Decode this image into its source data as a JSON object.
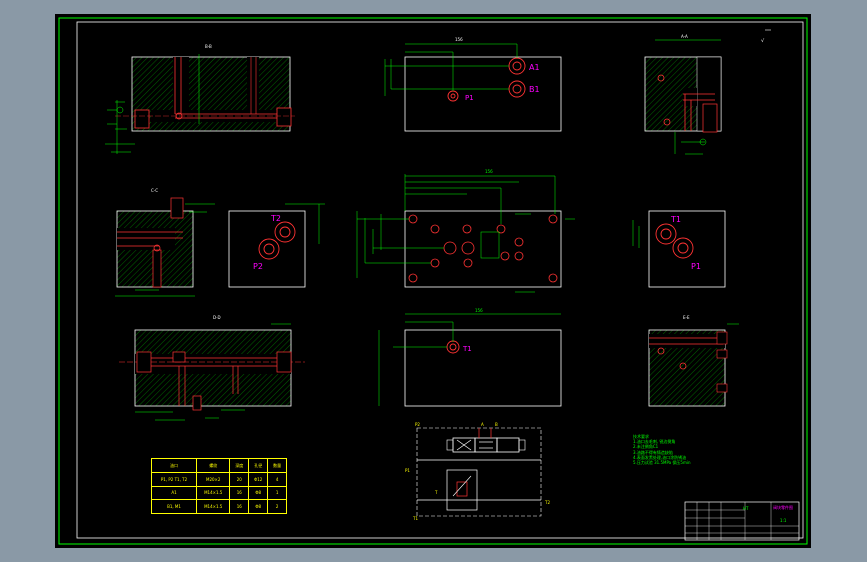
{
  "port_labels": {
    "a1": "A1",
    "b1": "B1",
    "p1_top": "P1",
    "t2": "T2",
    "p2": "P2",
    "t1": "T1",
    "p1_right": "P1",
    "t1_mid": "T1"
  },
  "schematic_labels": {
    "p2": "P2",
    "a": "A",
    "b": "B",
    "p1": "P1",
    "t2": "T2",
    "t": "T",
    "t1": "T1"
  },
  "port_table": {
    "headers": [
      "油口",
      "螺纹",
      "深度",
      "孔径",
      "数量"
    ],
    "rows": [
      [
        "P1, P2 T1, T2",
        "M20×2",
        "20",
        "Φ12",
        "4"
      ],
      [
        "A1",
        "M14×1.5",
        "16",
        "Φ8",
        "1"
      ],
      [
        "B1, M1",
        "M14×1.5",
        "16",
        "Φ8",
        "2"
      ]
    ]
  },
  "notes": [
    "技术要求",
    "1.油口去毛刺, 锐边倒角",
    "2.未注倒角C1",
    "3.油路不得有铸造缺陷",
    "4.表面发黑处理,油口涂防锈油",
    "5.压力试验 31.5MPa 保压5min"
  ],
  "title_block": {
    "name": "阀块零件图",
    "code": "HT",
    "scale": "1:1"
  },
  "colors": {
    "sheet": "#000000",
    "frame": "#00ff00",
    "outline": "#ffffff",
    "hatch": "#00ff00",
    "port": "#ff3333",
    "label": "#ff00ff",
    "table": "#ffff00",
    "dimension": "#00ff00"
  }
}
